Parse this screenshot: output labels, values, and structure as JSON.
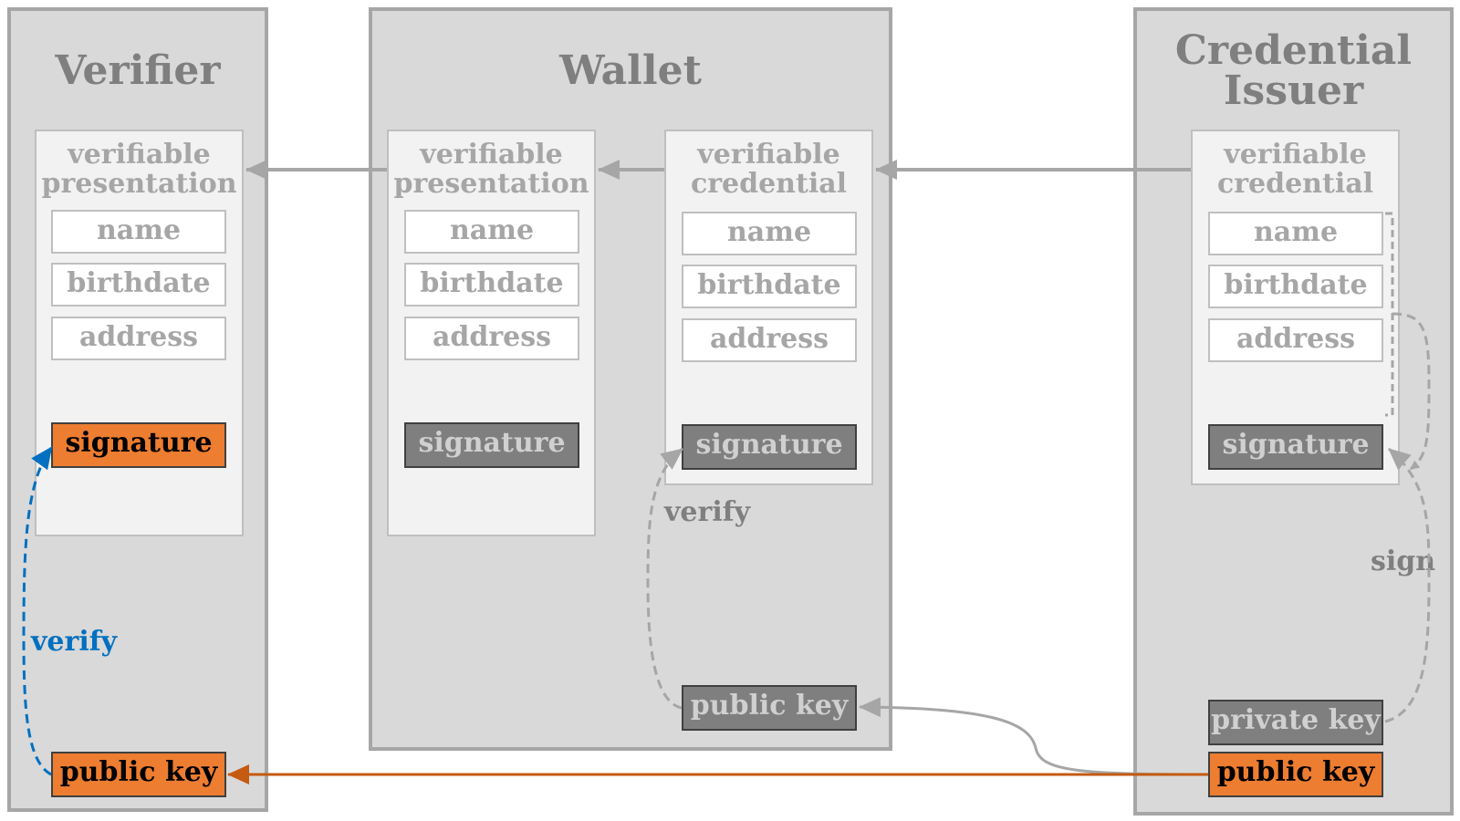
{
  "verifier": {
    "title": "Verifier",
    "vp_title": "verifiable\npresentation",
    "fields": [
      "name",
      "birthdate",
      "address"
    ],
    "signature": "signature",
    "public_key": "public key",
    "verify_label": "verify"
  },
  "wallet": {
    "title": "Wallet",
    "vp_title": "verifiable\npresentation",
    "vp_fields": [
      "name",
      "birthdate",
      "address"
    ],
    "vp_signature": "signature",
    "vc_title": "verifiable\ncredential",
    "vc_fields": [
      "name",
      "birthdate",
      "address"
    ],
    "vc_signature": "signature",
    "verify_label": "verify",
    "public_key": "public key"
  },
  "issuer": {
    "title": "Credential\nIssuer",
    "vc_title": "verifiable\ncredential",
    "fields": [
      "name",
      "birthdate",
      "address"
    ],
    "signature": "signature",
    "sign_label": "sign",
    "private_key": "private key",
    "public_key": "public key"
  },
  "colors": {
    "panel_bg": "#d9d9d9",
    "panel_border": "#a6a6a6",
    "doc_bg": "#f2f2f2",
    "orange": "#ed7d31",
    "orange_arrow": "#c55a11",
    "blue": "#0070c0",
    "gray_box": "#7f7f7f",
    "arrow_gray": "#a6a6a6"
  }
}
